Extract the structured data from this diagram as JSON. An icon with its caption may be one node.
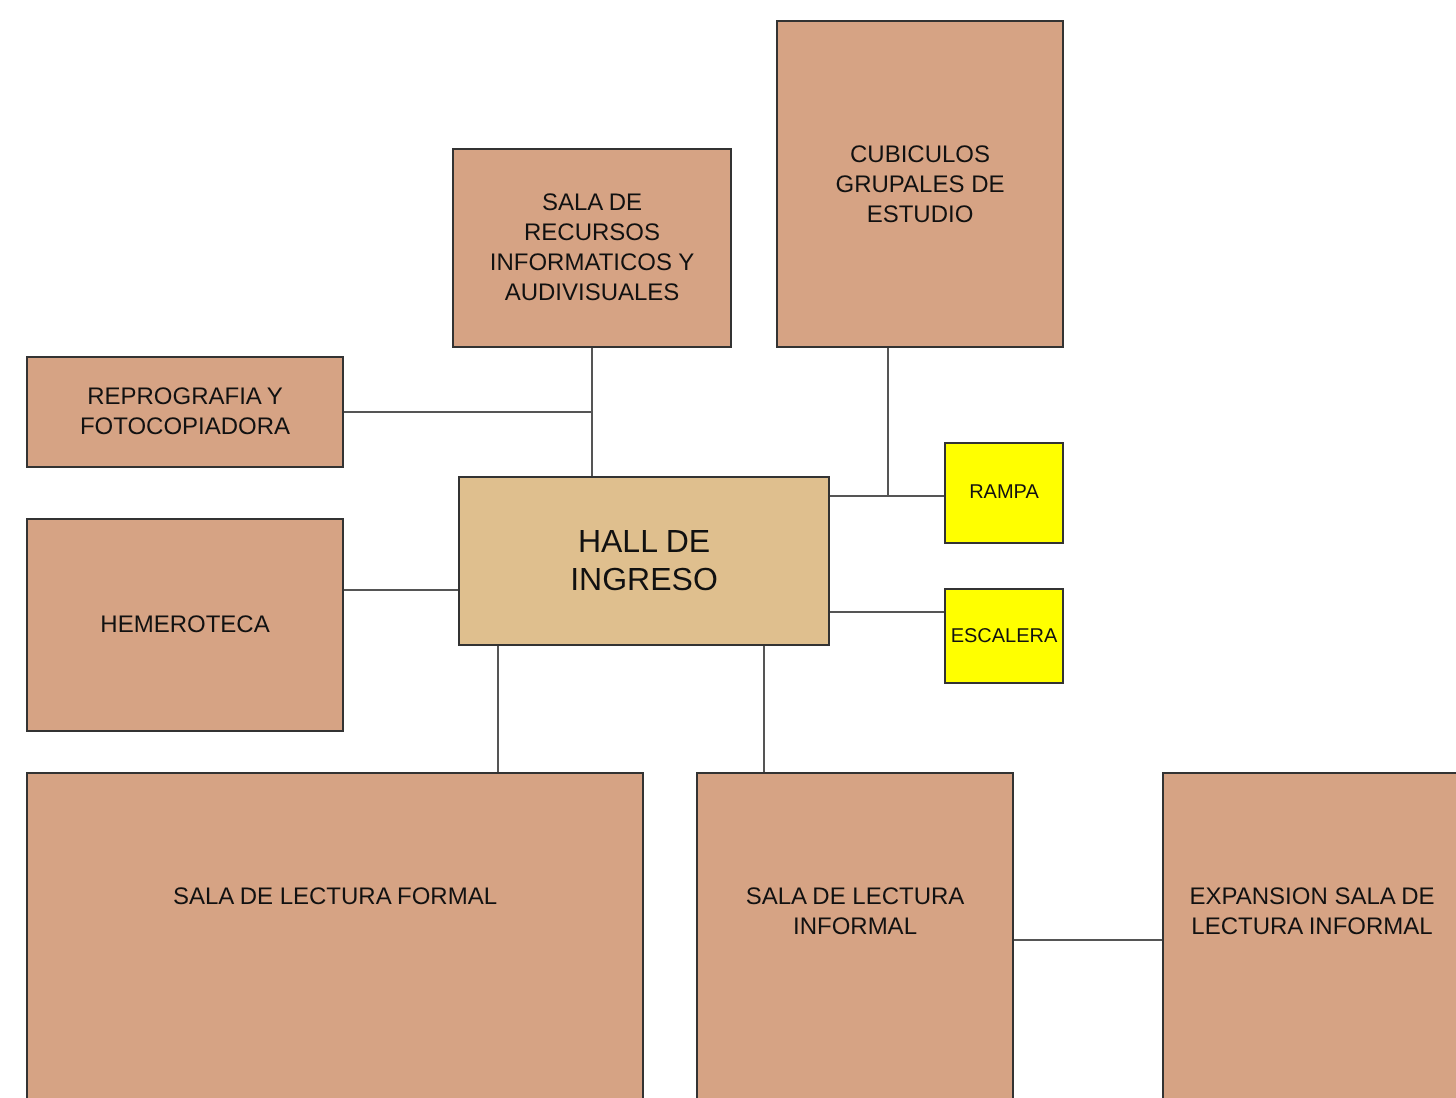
{
  "diagram": {
    "nodes": [
      {
        "text": [
          "SALA DE RECURSOS INFORMATICOS Y AUDIVISUALES"
        ]
      },
      {
        "text": [
          "CUBICULOS GRUPALES DE ESTUDIO"
        ]
      },
      {
        "text": [
          "REPROGRAFIA Y FOTOCOPIADORA"
        ]
      },
      {
        "text": [
          "HALL DE INGRESO"
        ]
      },
      {
        "text": [
          "RAMPA"
        ]
      },
      {
        "text": [
          "HEMEROTECA"
        ]
      },
      {
        "text": [
          "ESCALERA"
        ]
      },
      {
        "text": [
          "SALA DE LECTURA FORMAL"
        ]
      },
      {
        "text": [
          "SALA DE LECTURA INFORMAL"
        ]
      },
      {
        "text": [
          "EXPANSION SALA DE LECTURA INFORMAL"
        ]
      }
    ],
    "edges": [
      {
        "from": 0,
        "to": 3,
        "arrow": "none"
      },
      {
        "from": 2,
        "to": 3,
        "arrow": "none"
      },
      {
        "from": 1,
        "to": 3,
        "arrow": "none"
      },
      {
        "from": 3,
        "to": 4,
        "arrow": "none"
      },
      {
        "from": 5,
        "to": 3,
        "arrow": "none"
      },
      {
        "from": 3,
        "to": 6,
        "arrow": "none"
      },
      {
        "from": 3,
        "to": 7,
        "arrow": "none"
      },
      {
        "from": 3,
        "to": 8,
        "arrow": "none"
      },
      {
        "from": 8,
        "to": 9,
        "arrow": "none"
      }
    ]
  }
}
